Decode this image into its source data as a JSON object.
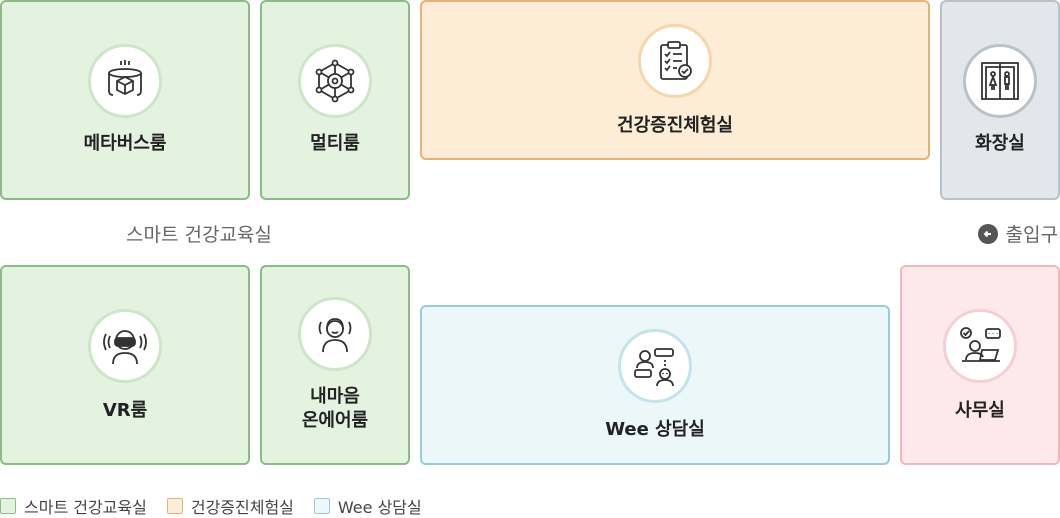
{
  "rooms": {
    "metaverse": "메타버스룸",
    "multi": "멀티룸",
    "health": "건강증진체험실",
    "restroom": "화장실",
    "vr": "VR룸",
    "mind": "내마음\n온에어룸",
    "wee": "Wee 상담실",
    "office": "사무실"
  },
  "zone_label": "스마트 건강교육실",
  "entrance": "출입구",
  "legend": [
    {
      "label": "스마트 건강교육실",
      "color": "#e4f3e0",
      "border": "#8cbc86"
    },
    {
      "label": "건강증진체험실",
      "color": "#fdecd6",
      "border": "#e3b47a"
    },
    {
      "label": "Wee 상담실",
      "color": "#ecf7fa",
      "border": "#98ccd6"
    }
  ],
  "colors": {
    "smart": "#e4f3e0",
    "health": "#fdecd6",
    "restroom": "#e3e6ea",
    "wee": "#ecf7fa",
    "office": "#fde8eb"
  },
  "icons": {
    "metaverse": "cube-hologram-icon",
    "multi": "network-gear-icon",
    "health": "checklist-icon",
    "restroom": "restroom-door-icon",
    "vr": "vr-headset-icon",
    "mind": "person-headset-icon",
    "wee": "counseling-chat-icon",
    "office": "desk-worker-icon"
  }
}
